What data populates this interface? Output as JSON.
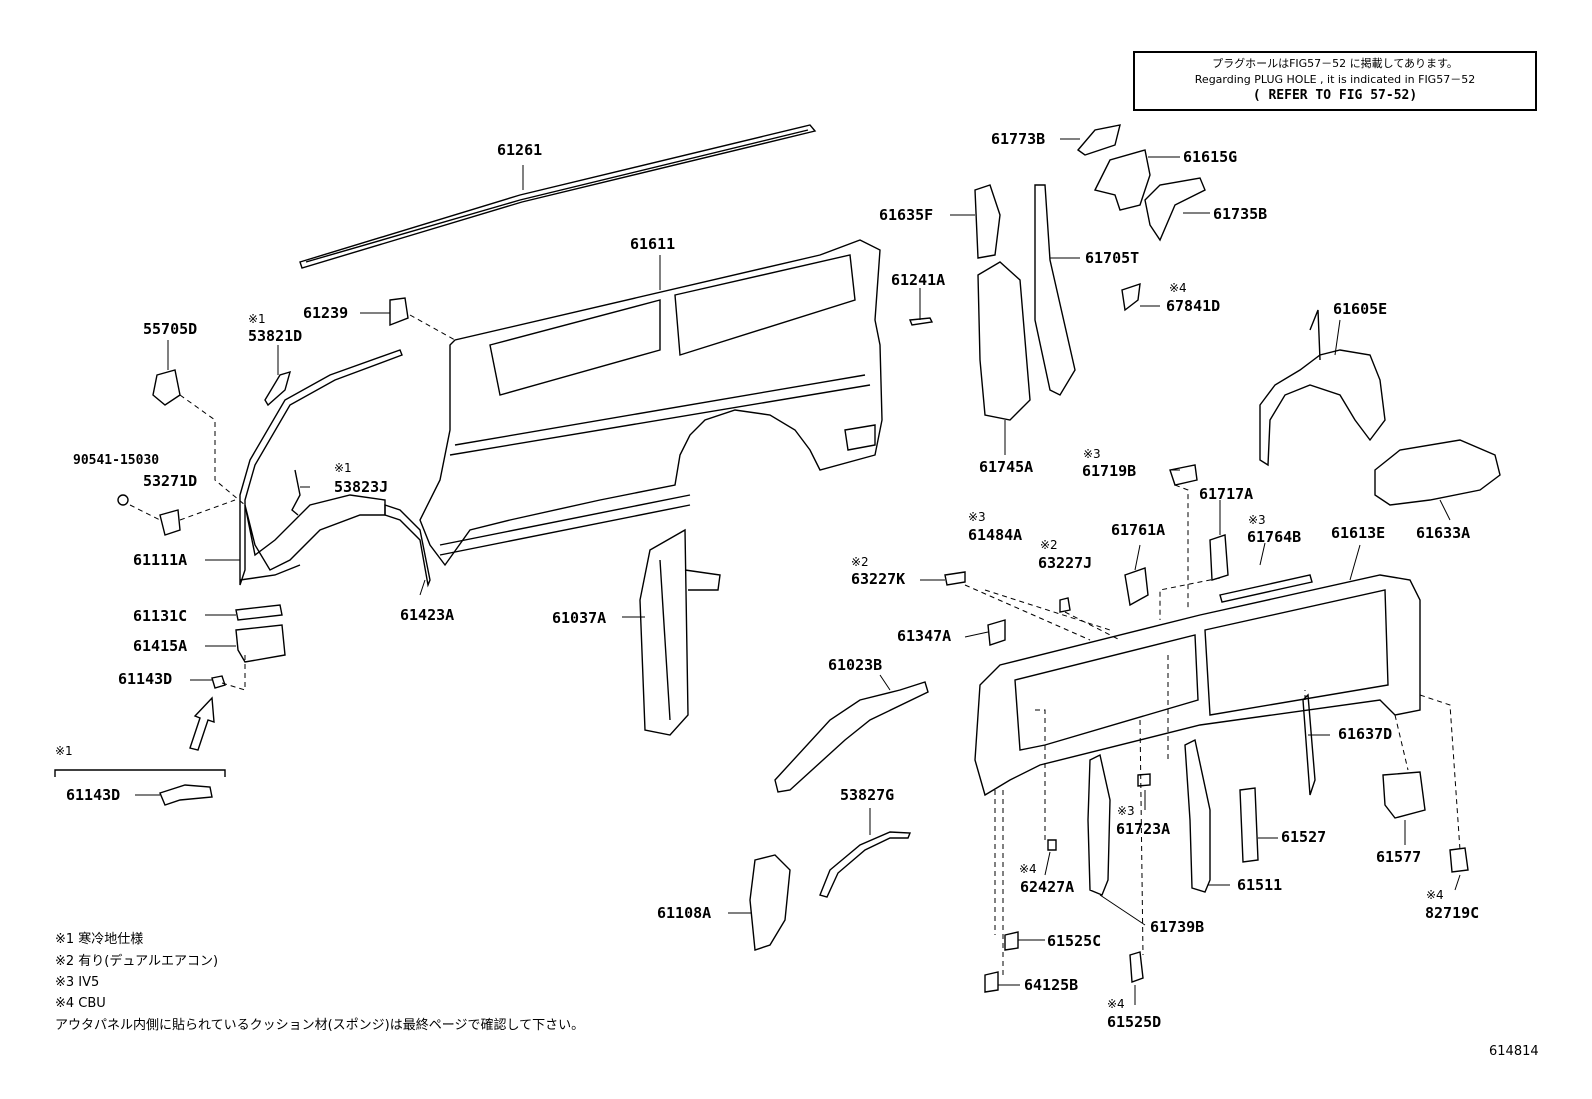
{
  "reference_box": {
    "line1": "プラグホールはFIG57－52 に掲載してあります。",
    "line2": "Regarding PLUG HOLE , it is indicated in FIG57－52",
    "line3": "( REFER TO FIG 57-52)"
  },
  "parts": {
    "p61261": "61261",
    "p61611": "61611",
    "p61239": "61239",
    "p55705D": "55705D",
    "p53821D": "53821D",
    "p90541": "90541-15030",
    "p53271D": "53271D",
    "p53823J": "53823J",
    "p61111A": "61111A",
    "p61131C": "61131C",
    "p61415A": "61415A",
    "p61143D": "61143D",
    "p61143D_b": "61143D",
    "p61423A": "61423A",
    "p61037A": "61037A",
    "p61023B": "61023B",
    "p53827G": "53827G",
    "p61108A": "61108A",
    "p61773B": "61773B",
    "p61615G": "61615G",
    "p61635F": "61635F",
    "p61735B": "61735B",
    "p61705T": "61705T",
    "p61241A": "61241A",
    "p67841D": "67841D",
    "p61745A": "61745A",
    "p61605E": "61605E",
    "p61719B": "61719B",
    "p61717A": "61717A",
    "p61633A": "61633A",
    "p61484A": "61484A",
    "p61761A": "61761A",
    "p61764B": "61764B",
    "p61613E": "61613E",
    "p63227K": "63227K",
    "p63227J": "63227J",
    "p61347A": "61347A",
    "p61637D": "61637D",
    "p61723A": "61723A",
    "p61527": "61527",
    "p61577": "61577",
    "p62427A": "62427A",
    "p61511": "61511",
    "p61739B": "61739B",
    "p82719C": "82719C",
    "p61525C": "61525C",
    "p64125B": "64125B",
    "p61525D": "61525D"
  },
  "marks": {
    "m1": "※1",
    "m2": "※2",
    "m3": "※3",
    "m4": "※4"
  },
  "legend": {
    "n1": "※1 寒冷地仕様",
    "n2": "※2 有り(デュアルエアコン)",
    "n3": "※3 IV5",
    "n4": "※4 CBU",
    "n5": "アウタパネル内側に貼られているクッション材(スポンジ)は最終ページで確認して下さい。"
  },
  "figure_number": "614814"
}
